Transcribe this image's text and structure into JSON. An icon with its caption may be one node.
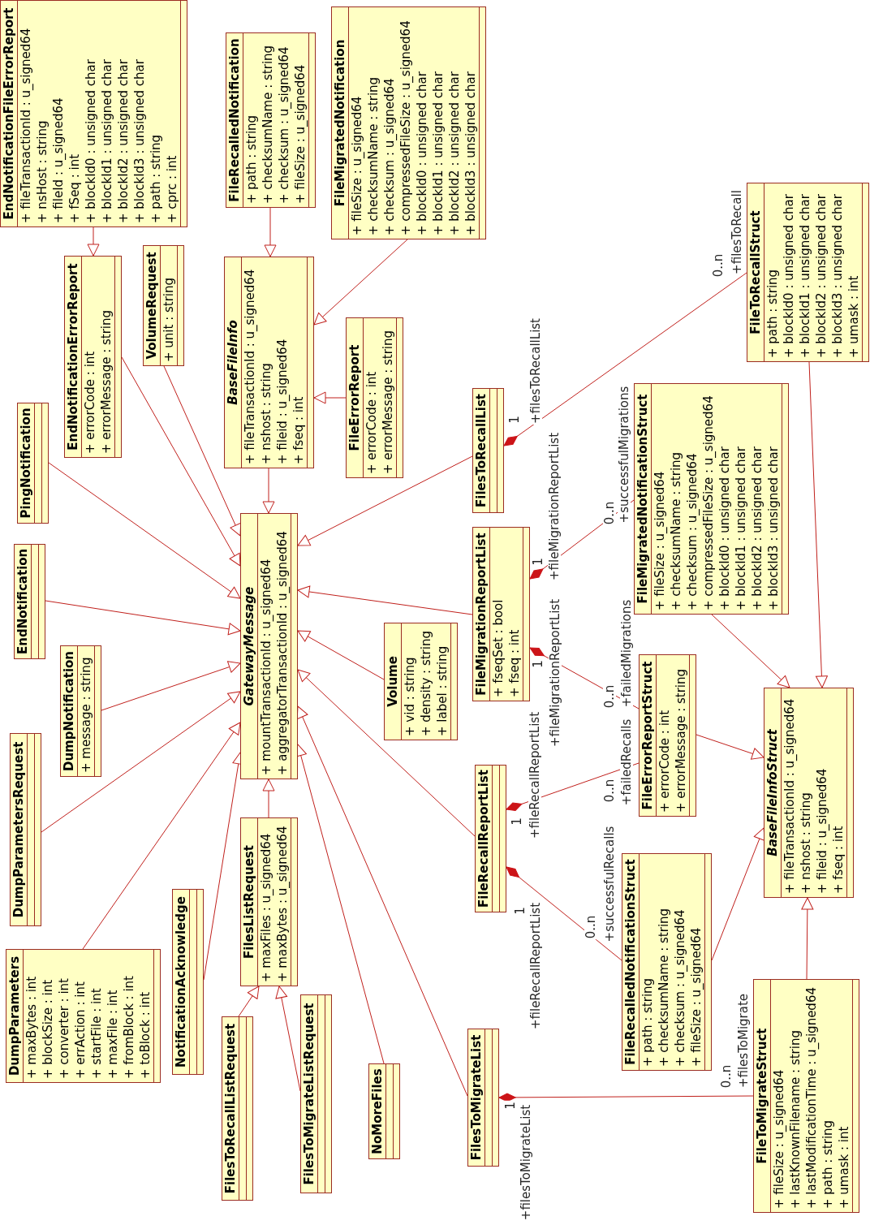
{
  "diagram": {
    "nodes": [
      {
        "text": [
          "EndNotificationFileErrorReport",
          "+ fileTransactionId : u_signed64",
          "+ nsHost : string",
          "+ fileId : u_signed64",
          "+ fSeq : int",
          "+ blockId0 : unsigned char",
          "+ blockId1 : unsigned char",
          "+ blockId2 : unsigned char",
          "+ blockId3 : unsigned char",
          "+ path : string",
          "+ cprc : int"
        ]
      },
      {
        "text": [
          "FileRecalledNotification",
          "+ path : string",
          "+ checksumName : string",
          "+ checksum : u_signed64",
          "+ fileSize : u_signed64"
        ]
      },
      {
        "text": [
          "FileMigratedNotification",
          "+ fileSize : u_signed64",
          "+ checksumName : string",
          "+ checksum : u_signed64",
          "+ compressedFileSize : u_signed64",
          "+ blockId0 : unsigned char",
          "+ blockId1 : unsigned char",
          "+ blockId2 : unsigned char",
          "+ blockId3 : unsigned char"
        ]
      },
      {
        "text": [
          "EndNotificationErrorReport",
          "+ errorCode : int",
          "+ errorMessage : string"
        ]
      },
      {
        "text": [
          "VolumeRequest",
          "+ unit : string"
        ]
      },
      {
        "text": [
          "BaseFileInfo",
          "+ fileTransactionId : u_signed64",
          "+ nshost : string",
          "+ fileid : u_signed64",
          "+ fseq : int"
        ]
      },
      {
        "text": [
          "FileErrorReport",
          "+ errorCode : int",
          "+ errorMessage : string"
        ]
      },
      {
        "text": [
          "FileToRecallStruct",
          "+ path : string",
          "+ blockId0 : unsigned char",
          "+ blockId1 : unsigned char",
          "+ blockId2 : unsigned char",
          "+ blockId3 : unsigned char",
          "+ umask : int"
        ]
      },
      {
        "text": [
          "PingNotification"
        ]
      },
      {
        "text": [
          "FilesToRecallList"
        ]
      },
      {
        "text": [
          "FileMigratedNotificationStruct",
          "+ fileSize : u_signed64",
          "+ checksumName : string",
          "+ checksum : u_signed64",
          "+ compressedFileSize : u_signed64",
          "+ blockId0 : unsigned char",
          "+ blockId1 : unsigned char",
          "+ blockId2 : unsigned char",
          "+ blockId3 : unsigned char"
        ]
      },
      {
        "text": [
          "FileMigrationReportList",
          "+ fseqSet : bool",
          "+ fseq : int"
        ]
      },
      {
        "text": [
          "EndNotification"
        ]
      },
      {
        "text": [
          "GatewayMessage",
          "+ mountTransactionId : u_signed64",
          "+ aggregatorTransactionId : u_signed64"
        ]
      },
      {
        "text": [
          "Volume",
          "+ vid : string",
          "+ density : string",
          "+ label : string"
        ]
      },
      {
        "text": [
          "DumpNotification",
          "+ message : string"
        ]
      },
      {
        "text": [
          "FileErrorReportStruct",
          "+ errorCode : int",
          "+ errorMessage : string"
        ]
      },
      {
        "text": [
          "BaseFileInfoStruct",
          "+ fileTransactionId : u_signed64",
          "+ nshost : string",
          "+ fileid : u_signed64",
          "+ fseq : int"
        ]
      },
      {
        "text": [
          "DumpParametersRequest"
        ]
      },
      {
        "text": [
          "FileRecallReportList"
        ]
      },
      {
        "text": [
          "FilesListRequest",
          "+ maxFiles : u_signed64",
          "+ maxBytes : u_signed64"
        ]
      },
      {
        "text": [
          "NotificationAcknowledge"
        ]
      },
      {
        "text": [
          "DumpParameters",
          "+ maxBytes : int",
          "+ blockSize : int",
          "+ converter : int",
          "+ errAction : int",
          "+ startFile : int",
          "+ maxFile : int",
          "+ fromBlock : int",
          "+ toBlock : int"
        ]
      },
      {
        "text": [
          "FileRecalledNotificationStruct",
          "+ path : string",
          "+ checksumName : string",
          "+ checksum : u_signed64",
          "+ fileSize : u_signed64"
        ]
      },
      {
        "text": [
          "FileToMigrateStruct",
          "+ fileSize : u_signed64",
          "+ lastKnownFilename : string",
          "+ lastModificationTime : u_signed64",
          "+ path : string",
          "+ umask : int"
        ]
      },
      {
        "text": [
          "FilesToRecallListRequest"
        ]
      },
      {
        "text": [
          "FilesToMigrateListRequest"
        ]
      },
      {
        "text": [
          "NoMoreFiles"
        ]
      },
      {
        "text": [
          "FilesToMigrateList"
        ]
      }
    ],
    "edges": [
      {
        "from": 0,
        "to": 3,
        "arrow": "to"
      },
      {
        "from": 1,
        "to": 5,
        "arrow": "to"
      },
      {
        "from": 2,
        "to": 5,
        "arrow": "to"
      },
      {
        "from": 6,
        "to": 5,
        "arrow": "to"
      },
      {
        "from": 5,
        "to": 13,
        "arrow": "to"
      },
      {
        "from": 3,
        "to": 13,
        "arrow": "to"
      },
      {
        "from": 4,
        "to": 13,
        "arrow": "to"
      },
      {
        "from": 8,
        "to": 13,
        "arrow": "to"
      },
      {
        "from": 12,
        "to": 13,
        "arrow": "to"
      },
      {
        "from": 15,
        "to": 13,
        "arrow": "to"
      },
      {
        "from": 18,
        "to": 13,
        "arrow": "to"
      },
      {
        "from": 22,
        "to": 13,
        "arrow": "to"
      },
      {
        "from": 21,
        "to": 13,
        "arrow": "to"
      },
      {
        "from": 20,
        "to": 13,
        "arrow": "to"
      },
      {
        "from": 27,
        "to": 13,
        "arrow": "to"
      },
      {
        "from": 28,
        "to": 13,
        "arrow": "to"
      },
      {
        "from": 19,
        "to": 13,
        "arrow": "to"
      },
      {
        "from": 14,
        "to": 13,
        "arrow": "to"
      },
      {
        "from": 11,
        "to": 13,
        "arrow": "to"
      },
      {
        "from": 9,
        "to": 13,
        "arrow": "to"
      },
      {
        "from": 25,
        "to": 20,
        "arrow": "to"
      },
      {
        "from": 26,
        "to": 20,
        "arrow": "to"
      },
      {
        "from": 7,
        "to": 17,
        "arrow": "to"
      },
      {
        "from": 10,
        "to": 17,
        "arrow": "to"
      },
      {
        "from": 16,
        "to": 17,
        "arrow": "to"
      },
      {
        "from": 23,
        "to": 17,
        "arrow": "to"
      },
      {
        "from": 24,
        "to": 17,
        "arrow": "to"
      },
      {
        "from": 9,
        "to": 7,
        "arrow": "other"
      },
      {
        "from": 11,
        "to": 10,
        "arrow": "other"
      },
      {
        "from": 11,
        "to": 16,
        "arrow": "other"
      },
      {
        "from": 19,
        "to": 16,
        "arrow": "other"
      },
      {
        "from": 19,
        "to": 23,
        "arrow": "other"
      },
      {
        "from": 28,
        "to": 24,
        "arrow": "other"
      }
    ],
    "labels": [
      "1",
      "+filesToRecallList",
      "0..n",
      "+filesToRecall",
      "1",
      "+fileMigrationReportList",
      "0..n",
      "+successfulMigrations",
      "1",
      "+fileMigrationReportList",
      "0..n",
      "+failedMigrations",
      "1",
      "+fileRecallReportList",
      "0..n",
      "+failedRecalls",
      "1",
      "+fileRecallReportList",
      "0..n",
      "+successfulRecalls",
      "1",
      "+filesToMigrateList",
      "0..n",
      "+filesToMigrate"
    ]
  }
}
